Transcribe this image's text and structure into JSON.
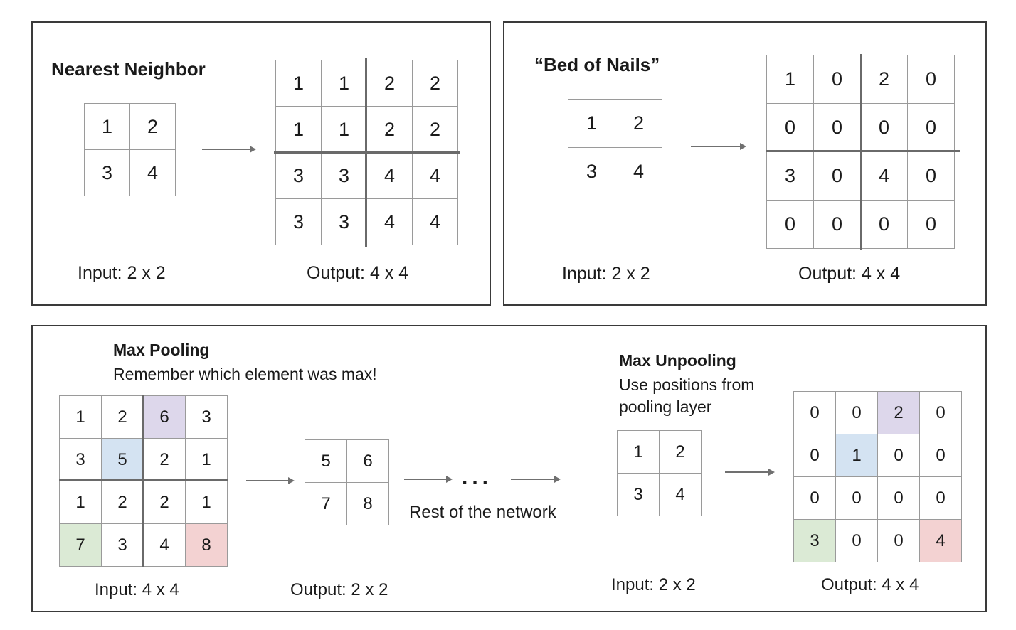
{
  "nearest_neighbor": {
    "title": "Nearest Neighbor",
    "input": [
      "1",
      "2",
      "3",
      "4"
    ],
    "output": [
      "1",
      "1",
      "2",
      "2",
      "1",
      "1",
      "2",
      "2",
      "3",
      "3",
      "4",
      "4",
      "3",
      "3",
      "4",
      "4"
    ],
    "input_caption": "Input: 2 x 2",
    "output_caption": "Output: 4 x 4"
  },
  "bed_of_nails": {
    "title": "“Bed of Nails”",
    "input": [
      "1",
      "2",
      "3",
      "4"
    ],
    "output": [
      "1",
      "0",
      "2",
      "0",
      "0",
      "0",
      "0",
      "0",
      "3",
      "0",
      "4",
      "0",
      "0",
      "0",
      "0",
      "0"
    ],
    "input_caption": "Input: 2 x 2",
    "output_caption": "Output: 4 x 4"
  },
  "max_pooling": {
    "title": "Max Pooling",
    "subtitle": "Remember which element was max!",
    "input": [
      "1",
      "2",
      "6",
      "3",
      "3",
      "5",
      "2",
      "1",
      "1",
      "2",
      "2",
      "1",
      "7",
      "3",
      "4",
      "8"
    ],
    "output": [
      "5",
      "6",
      "7",
      "8"
    ],
    "input_caption": "Input: 4 x 4",
    "output_caption": "Output: 2 x 2",
    "dots": "...",
    "rest_label": "Rest of the network"
  },
  "max_unpooling": {
    "title": "Max Unpooling",
    "subtitle_line1": "Use positions from",
    "subtitle_line2": "pooling layer",
    "input": [
      "1",
      "2",
      "3",
      "4"
    ],
    "output": [
      "0",
      "0",
      "2",
      "0",
      "0",
      "1",
      "0",
      "0",
      "0",
      "0",
      "0",
      "0",
      "3",
      "0",
      "0",
      "4"
    ],
    "input_caption": "Input: 2 x 2",
    "output_caption": "Output: 4 x 4"
  },
  "highlight_colors": {
    "purple": "#ddd7eb",
    "blue": "#d4e3f2",
    "green": "#dbead5",
    "red": "#f3d2d2"
  }
}
